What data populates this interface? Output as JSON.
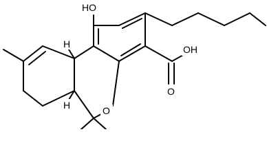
{
  "molecule": {
    "labels": {
      "hydroxyl": "HO",
      "ring_oxygen": "O",
      "acid_hydroxyl": "OH",
      "carbonyl_oxygen": "O",
      "h_top": "H",
      "h_bottom": "H"
    },
    "colors": {
      "bond": "#000000",
      "text": "#000000",
      "background": "#ffffff"
    }
  }
}
